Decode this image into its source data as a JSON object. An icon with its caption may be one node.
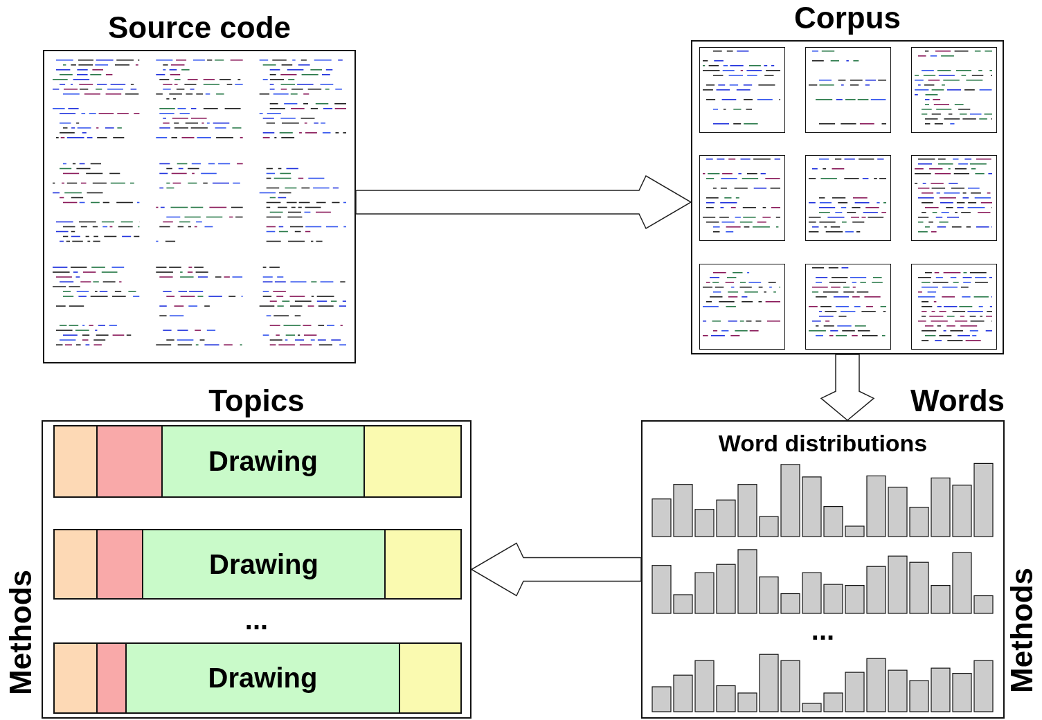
{
  "diagram": {
    "nodes": [
      {
        "text": [
          "Source code"
        ]
      },
      {
        "text": [
          "Corpus"
        ]
      },
      {
        "text": [
          "Words",
          "Word distributions",
          "..."
        ],
        "beside": [
          "Methods"
        ]
      },
      {
        "text": [
          "Topics",
          "..."
        ],
        "beside": [
          "Methods"
        ]
      },
      {
        "text": [],
        "shape": "bar",
        "in": 3
      },
      {
        "text": [],
        "shape": "bar",
        "in": 3
      },
      {
        "text": [
          "Drawing"
        ],
        "in": 3
      },
      {
        "text": [],
        "shape": "bar",
        "in": 3
      },
      {
        "text": [],
        "shape": "bar",
        "in": 3
      },
      {
        "text": [],
        "shape": "bar",
        "in": 3
      },
      {
        "text": [
          "Drawing"
        ],
        "in": 3
      },
      {
        "text": [],
        "shape": "bar",
        "in": 3
      },
      {
        "text": [],
        "shape": "bar",
        "in": 3
      },
      {
        "text": [],
        "shape": "bar",
        "in": 3
      },
      {
        "text": [
          "Drawing"
        ],
        "in": 3
      },
      {
        "text": [],
        "shape": "bar",
        "in": 3
      }
    ],
    "edges": [
      {
        "from": 0,
        "to": 1,
        "arrow": "to"
      },
      {
        "from": 1,
        "to": 2,
        "arrow": "to"
      },
      {
        "from": 2,
        "to": 3,
        "arrow": "to"
      }
    ]
  }
}
